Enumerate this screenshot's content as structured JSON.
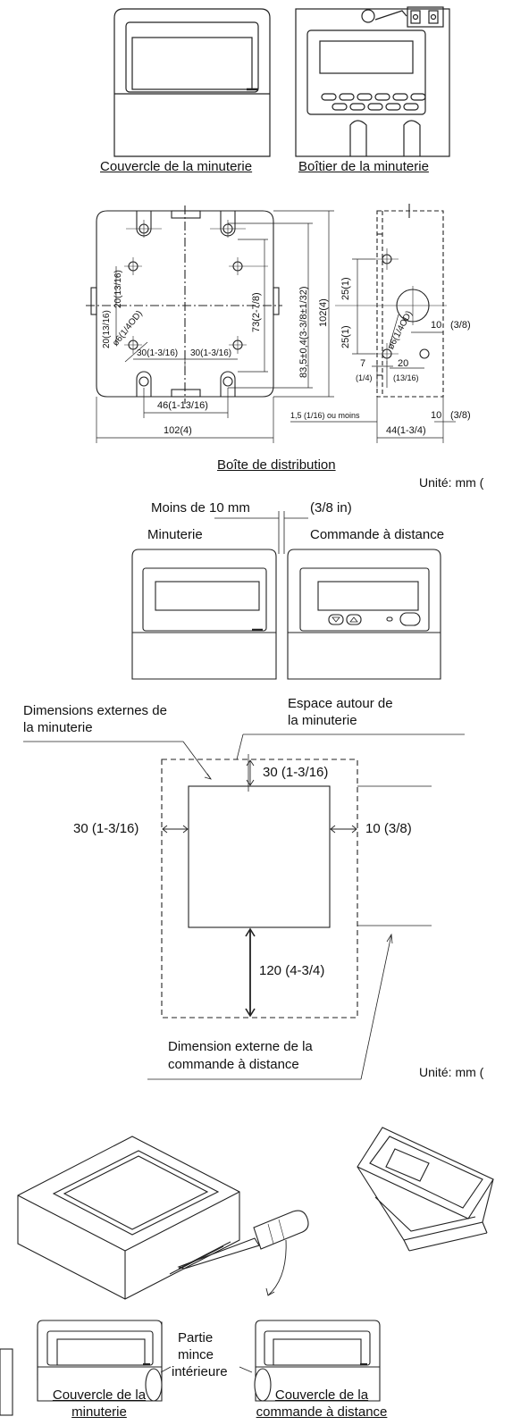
{
  "section1": {
    "cover_label": "Couvercle de la minuterie",
    "case_label": "Boîtier de la minuterie"
  },
  "section2": {
    "title": "Boîte de distribution",
    "unit": "Unité: mm (",
    "dims": {
      "d102_h": "102(4)",
      "d46": "46(1-13/16)",
      "d30a": "30(1-3/16)",
      "d30b": "30(1-3/16)",
      "d20a": "20(13/16)",
      "d20b": "20(13/16)",
      "hole6a": "ø6(1/4OD)",
      "d73": "73(2-7/8)",
      "d83": "83,5±0,4(3-3/8±1/32)",
      "d102_v": "102(4)",
      "d25a": "25(1)",
      "d25b": "25(1)",
      "hole6b": "ø6(1/4OD)",
      "d10a": "10",
      "d10a_in": "(3/8)",
      "d7": "7",
      "d7_in": "(1/4)",
      "d20c": "20",
      "d20c_in": "(13/16)",
      "d15": "1,5 (1/16) ou moins",
      "d10b": "10",
      "d10b_in": "(3/8)",
      "d44": "44(1-3/4)"
    }
  },
  "section3": {
    "gap_label": "Moins de 10 mm",
    "gap_in": "(3/8 in)",
    "timer_label": "Minuterie",
    "remote_label": "Commande à distance"
  },
  "section4": {
    "ext_dims_label_1": "Dimensions externes de",
    "ext_dims_label_2": "la minuterie",
    "space_label_1": "Espace autour de",
    "space_label_2": "la minuterie",
    "top": "30 (1-3/16)",
    "left": "30 (1-3/16)",
    "right": "10 (3/8)",
    "bottom": "120 (4-3/4)",
    "remote_ext_1": "Dimension externe de la",
    "remote_ext_2": "commande à distance",
    "unit": "Unité: mm ("
  },
  "section5": {
    "thin_1": "Partie",
    "thin_2": "mince",
    "thin_3": "intérieure",
    "timer_cover_1": "Couvercle de la",
    "timer_cover_2": "minuterie",
    "remote_cover_1": "Couvercle de la",
    "remote_cover_2": "commande à distance"
  }
}
